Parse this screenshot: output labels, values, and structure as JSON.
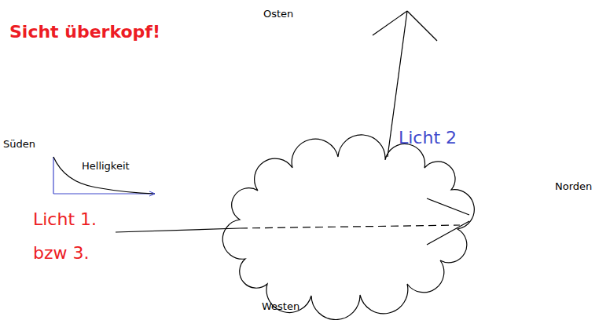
{
  "diagram": {
    "labels": [
      "Sicht überkopf!",
      "Osten",
      "Süden",
      "Helligkeit",
      "Licht 1. bzw 3.",
      "Licht 2",
      "Norden",
      "Westen"
    ]
  }
}
